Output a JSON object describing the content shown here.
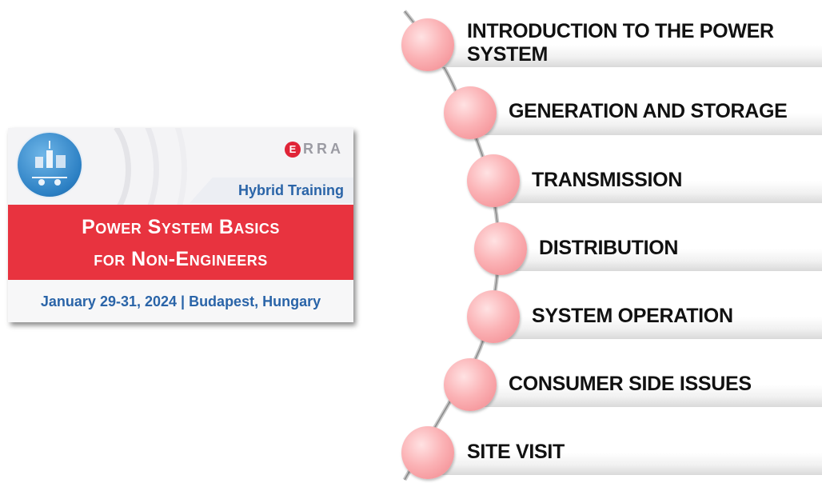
{
  "banner": {
    "logo_initial": "E",
    "logo_rest": "RRA",
    "tag": "Hybrid Training",
    "title_line1": "Power System Basics",
    "title_line2": "for Non-Engineers",
    "date_location": "January 29-31, 2024 | Budapest, Hungary",
    "colors": {
      "accent_red": "#e8333f",
      "accent_blue": "#2a64a8"
    }
  },
  "agenda": {
    "items": [
      {
        "label": "INTRODUCTION TO THE POWER SYSTEM"
      },
      {
        "label": "GENERATION AND STORAGE"
      },
      {
        "label": "TRANSMISSION"
      },
      {
        "label": "DISTRIBUTION"
      },
      {
        "label": "SYSTEM OPERATION"
      },
      {
        "label": "CONSUMER SIDE ISSUES"
      },
      {
        "label": "SITE VISIT"
      }
    ],
    "colors": {
      "bubble": "#f6a3a8",
      "bar": "#e8e8e8"
    }
  }
}
